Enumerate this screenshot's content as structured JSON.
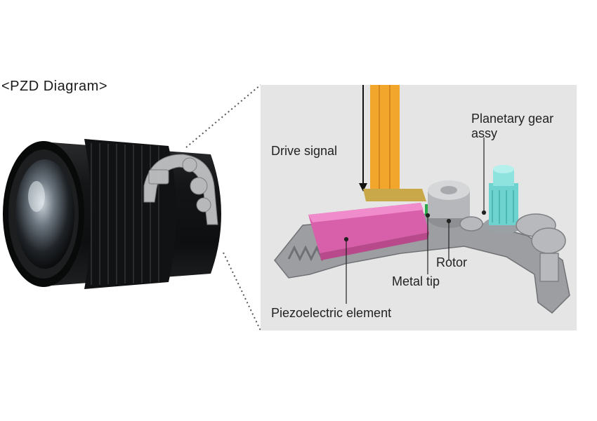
{
  "title": "<PZD Diagram>",
  "labels": {
    "drive_signal": "Drive signal",
    "planetary_gear_line1": "Planetary gear",
    "planetary_gear_line2": "assy",
    "rotor": "Rotor",
    "metal_tip": "Metal tip",
    "piezoelectric_element": "Piezoelectric element"
  },
  "colors": {
    "panel_bg": "#e5e5e5",
    "piezo_element": "#e070b5",
    "planetary_gear": "#6ed3cf",
    "flex_cable": "#f2a72c",
    "metal_tip": "#2aa84a"
  }
}
